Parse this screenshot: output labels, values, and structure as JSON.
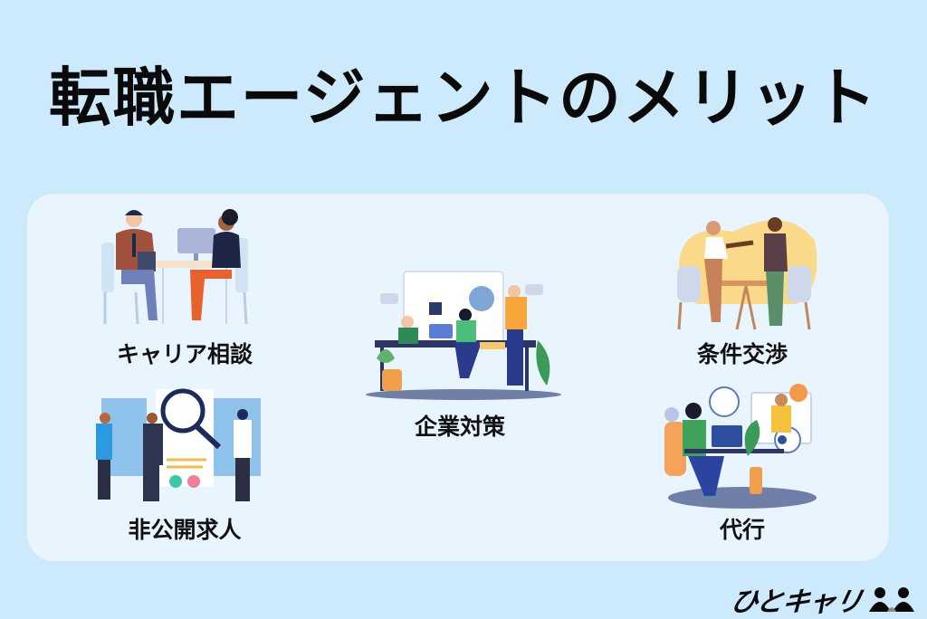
{
  "title": "転職エージェントのメリット",
  "colors": {
    "background": "#cdeafd",
    "panel": "#e8f5fe",
    "text": "#0a0a0a"
  },
  "cards": [
    {
      "label": "キャリア相談",
      "icon": "career-consultation-illustration"
    },
    {
      "label": "非公開求人",
      "icon": "private-job-listing-illustration"
    },
    {
      "label": "企業対策",
      "icon": "company-preparation-illustration"
    },
    {
      "label": "条件交渉",
      "icon": "condition-negotiation-illustration"
    },
    {
      "label": "代行",
      "icon": "proxy-service-illustration"
    }
  ],
  "logo": {
    "text": "ひとキャリ",
    "icon": "people-icon"
  }
}
